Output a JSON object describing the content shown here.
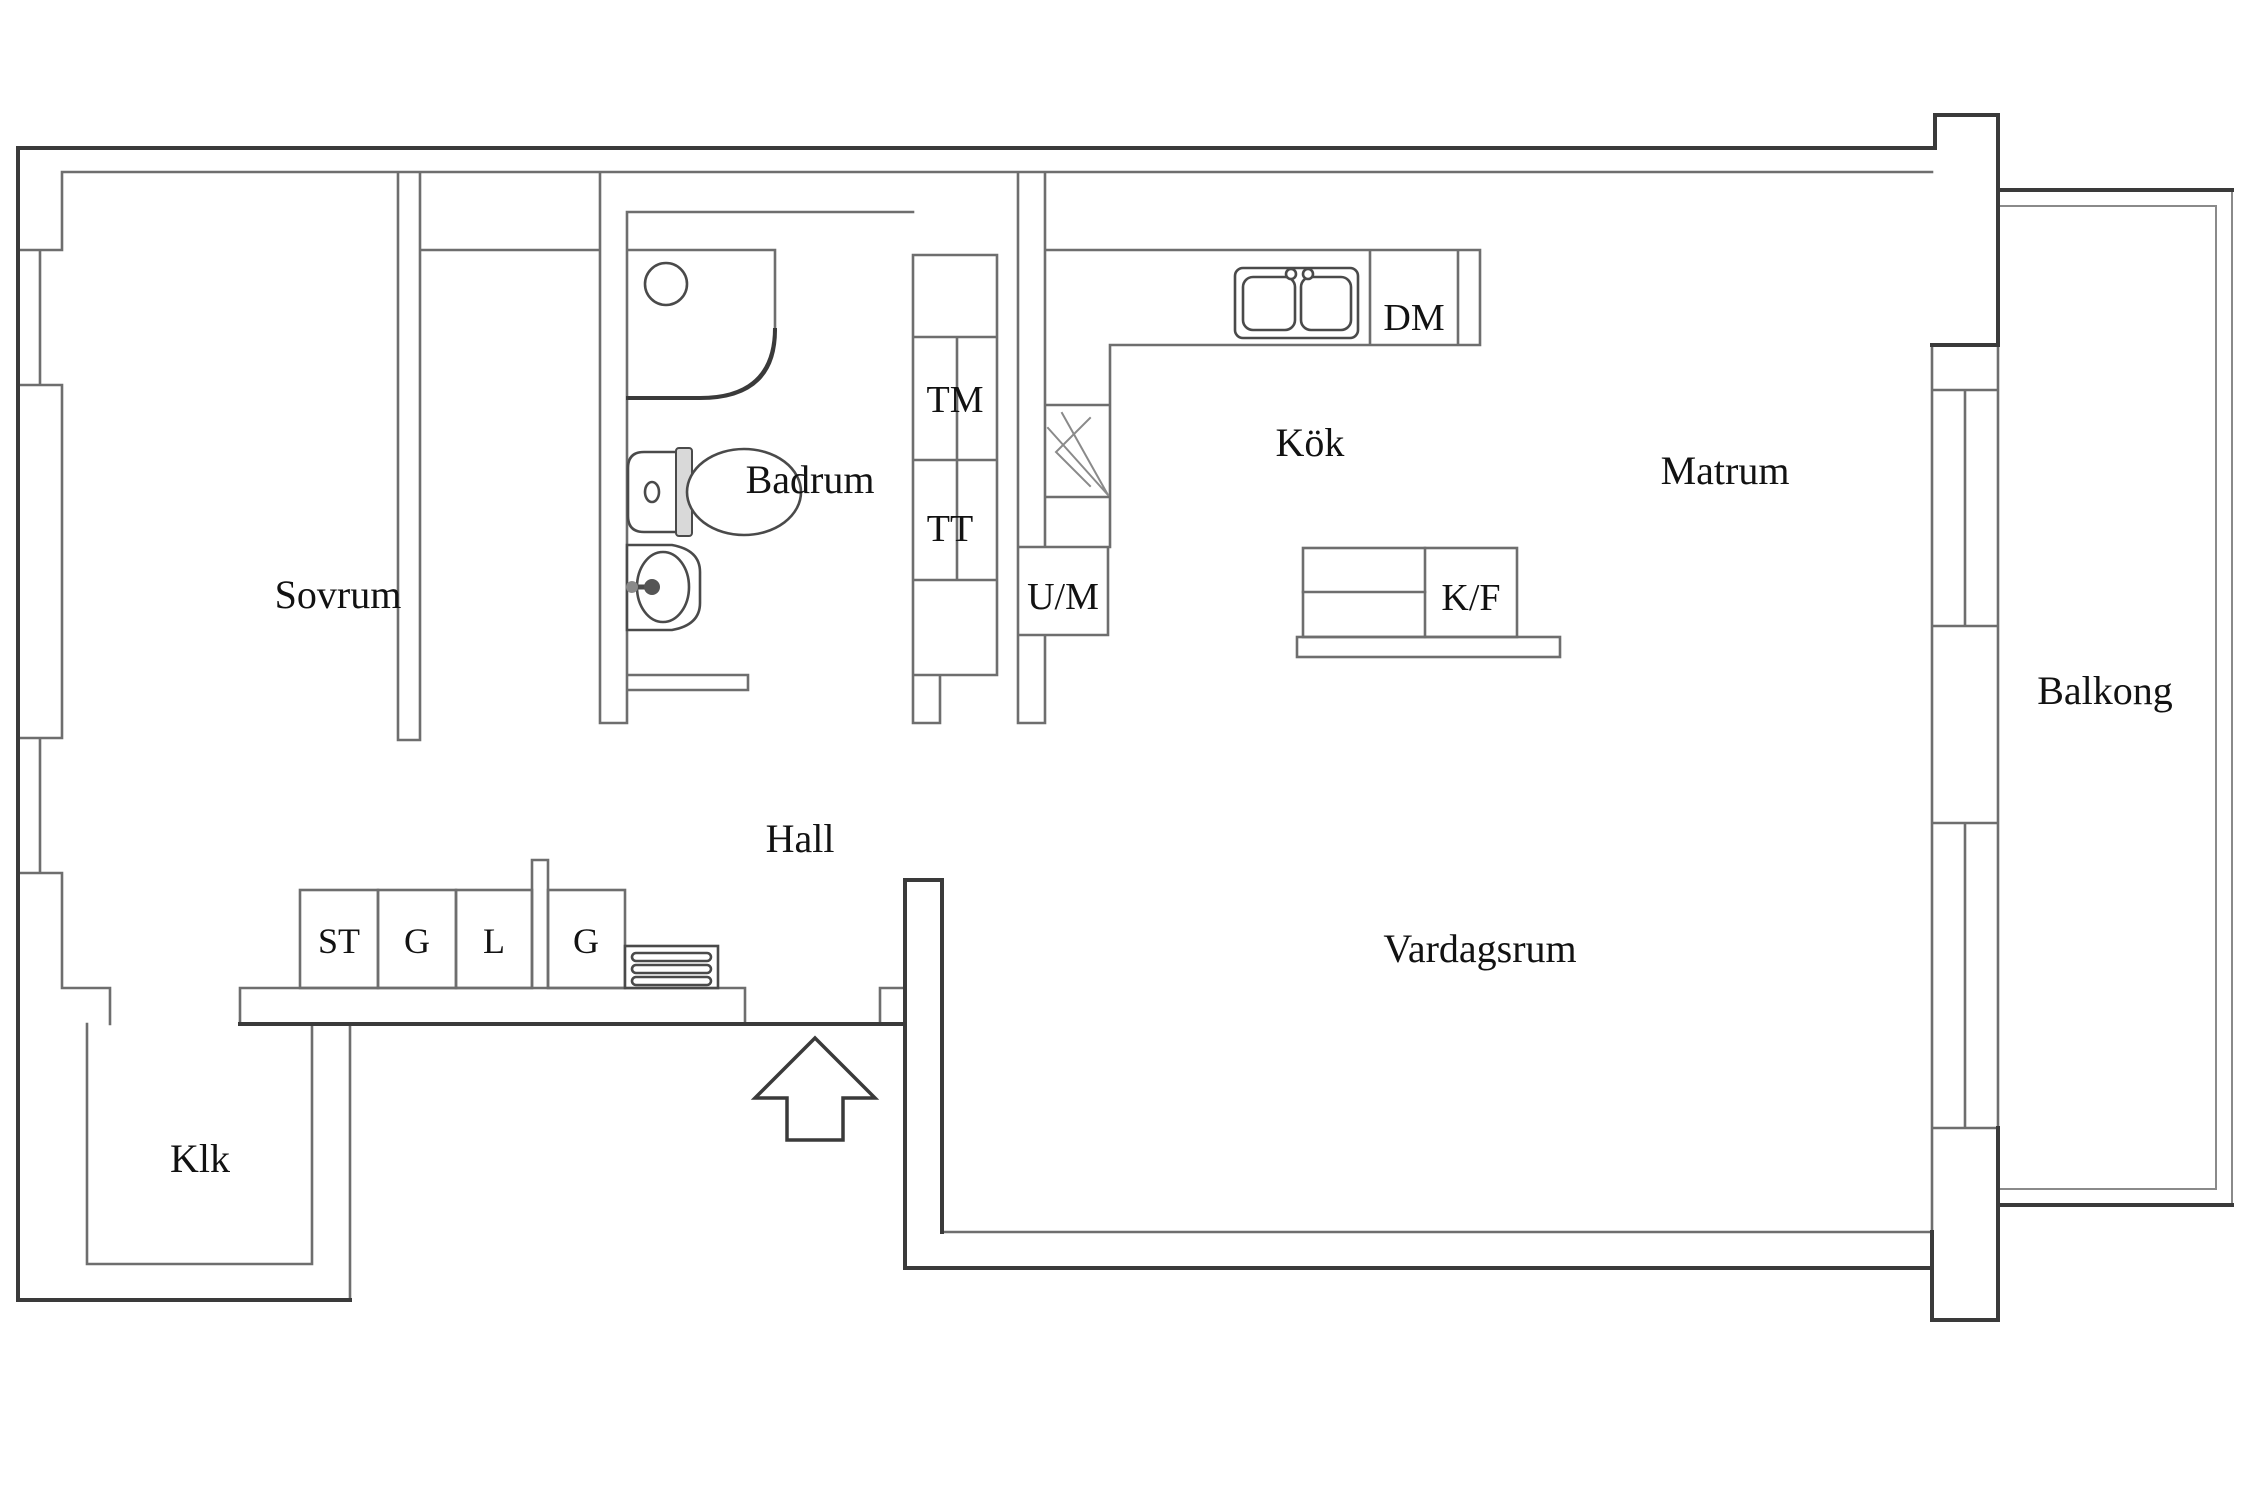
{
  "title": "Apartment floor plan",
  "labels": {
    "rooms": {
      "sovrum": "Sovrum",
      "badrum": "Badrum",
      "hall": "Hall",
      "kok": "Kök",
      "matrum": "Matrum",
      "vardagsrum": "Vardagsrum",
      "balkong": "Balkong",
      "klk": "Klk"
    },
    "appliances": {
      "tm": "TM",
      "tt": "TT",
      "um": "U/M",
      "dm": "DM",
      "kf": "K/F"
    },
    "storage": {
      "st": "ST",
      "g1": "G",
      "l": "L",
      "g2": "G"
    }
  },
  "colors": {
    "background": "#ffffff",
    "wall": "#6e6e6e",
    "wall_dark": "#3a3a3a",
    "fixture": "#4a4a4a",
    "fixture_fill": "#d9d9d9",
    "text": "#121212"
  }
}
